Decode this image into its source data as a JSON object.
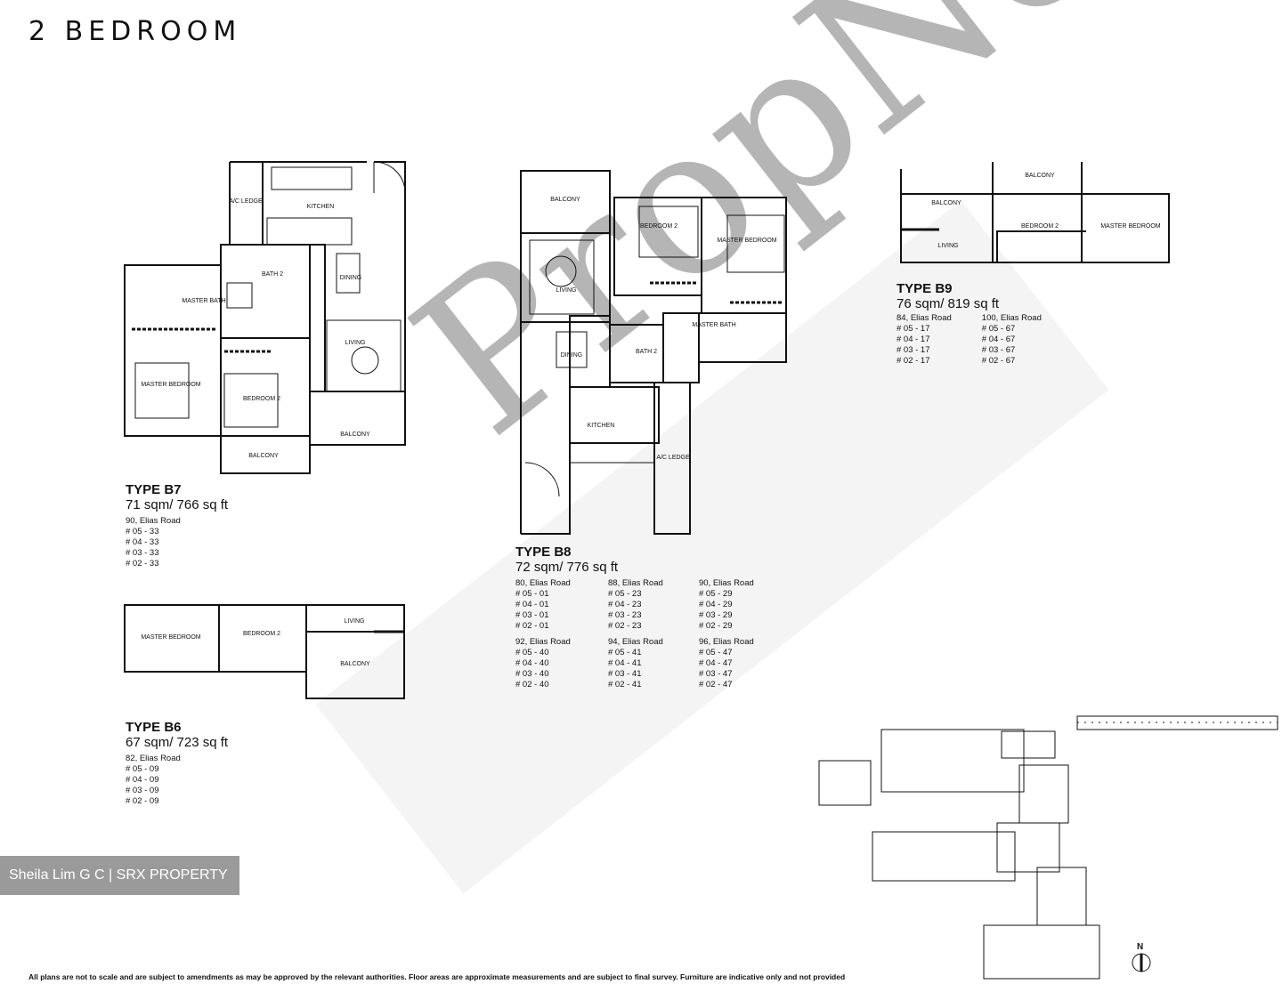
{
  "page_title": "2 BEDROOM",
  "watermark": "PropNex",
  "agent_badge": "Sheila Lim G C | SRX PROPERTY",
  "disclaimer": "All plans are not to scale and are subject to amendments as may be approved by the relevant authorities. Floor areas are approximate measurements and are subject to final survey. Furniture are indicative only and not provided",
  "north": "N",
  "units": {
    "b7": {
      "name": "TYPE B7",
      "area": "71 sqm/  766 sq ft",
      "blocks": [
        {
          "road": "90, Elias Road",
          "units": [
            "# 05 - 33",
            "# 04 - 33",
            "# 03 - 33",
            "# 02 - 33"
          ]
        }
      ],
      "rooms": {
        "ac_ledge": "A/C LEDGE",
        "kitchen": "KITCHEN",
        "bath2": "BATH 2",
        "dining": "DINING",
        "master_bath": "MASTER BATH",
        "living": "LIVING",
        "master_bedroom": "MASTER BEDROOM",
        "bedroom2": "BEDROOM 2",
        "balcony1": "BALCONY",
        "balcony2": "BALCONY"
      }
    },
    "b8": {
      "name": "TYPE B8",
      "area": "72 sqm/  776 sq ft",
      "blocks": [
        {
          "road": "80, Elias Road",
          "units": [
            "# 05 - 01",
            "# 04 - 01",
            "# 03 - 01",
            "# 02 - 01"
          ]
        },
        {
          "road": "88, Elias Road",
          "units": [
            "# 05 - 23",
            "# 04 - 23",
            "# 03 - 23",
            "# 02 - 23"
          ]
        },
        {
          "road": "90, Elias Road",
          "units": [
            "# 05 - 29",
            "# 04 - 29",
            "# 03 - 29",
            "# 02 - 29"
          ]
        },
        {
          "road": "92, Elias Road",
          "units": [
            "# 05 - 40",
            "# 04 - 40",
            "# 03 - 40",
            "# 02 - 40"
          ]
        },
        {
          "road": "94, Elias Road",
          "units": [
            "# 05 - 41",
            "# 04 - 41",
            "# 03 - 41",
            "# 02 - 41"
          ]
        },
        {
          "road": "96, Elias Road",
          "units": [
            "# 05 - 47",
            "# 04 - 47",
            "# 03 - 47",
            "# 02 - 47"
          ]
        }
      ],
      "rooms": {
        "balcony": "BALCONY",
        "bedroom2": "BEDROOM 2",
        "master_bedroom": "MASTER BEDROOM",
        "living": "LIVING",
        "master_bath": "MASTER BATH",
        "dining": "DINING",
        "bath2": "BATH 2",
        "kitchen": "KITCHEN",
        "ac_ledge": "A/C LEDGE"
      }
    },
    "b9": {
      "name": "TYPE B9",
      "area": "76 sqm/  819 sq ft",
      "blocks": [
        {
          "road": "84, Elias Road",
          "units": [
            "# 05 - 17",
            "# 04 - 17",
            "# 03 - 17",
            "# 02 - 17"
          ]
        },
        {
          "road": "100, Elias Road",
          "units": [
            "# 05 - 67",
            "# 04 - 67",
            "# 03 - 67",
            "# 02 - 67"
          ]
        }
      ],
      "rooms": {
        "balcony_top": "BALCONY",
        "balcony_left": "BALCONY",
        "living": "LIVING",
        "bedroom2": "BEDROOM 2",
        "master_bedroom": "MASTER BEDROOM"
      }
    },
    "b6": {
      "name": "TYPE B6",
      "area": "67 sqm/  723 sq ft",
      "blocks": [
        {
          "road": "82, Elias Road",
          "units": [
            "# 05 - 09",
            "# 04 - 09",
            "# 03 - 09",
            "# 02 - 09"
          ]
        }
      ],
      "rooms": {
        "master_bedroom": "MASTER BEDROOM",
        "bedroom2": "BEDROOM 2",
        "living": "LIVING",
        "balcony": "BALCONY"
      }
    }
  }
}
